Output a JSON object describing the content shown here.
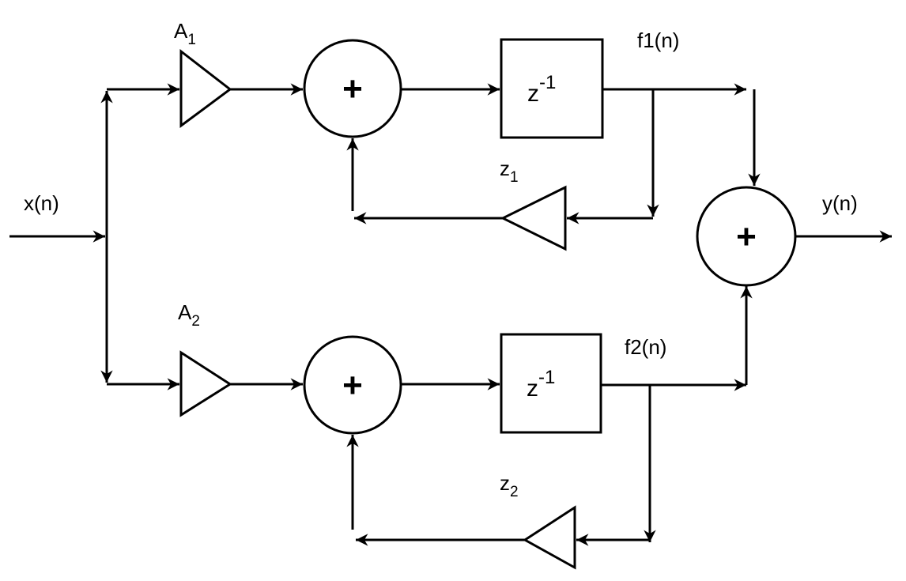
{
  "diagram": {
    "input_label": "x(n)",
    "output_label": "y(n)",
    "branches": [
      {
        "gain_label": "A",
        "gain_sub": "1",
        "adder_symbol": "+",
        "delay_base": "z",
        "delay_exp": "-1",
        "state_label": "f1(n)",
        "feedback_label": "z",
        "feedback_sub": "1"
      },
      {
        "gain_label": "A",
        "gain_sub": "2",
        "adder_symbol": "+",
        "delay_base": "z",
        "delay_exp": "-1",
        "state_label": "f2(n)",
        "feedback_label": "z",
        "feedback_sub": "2"
      }
    ],
    "output_adder_symbol": "+",
    "line_color": "#000000",
    "background": "#ffffff"
  }
}
